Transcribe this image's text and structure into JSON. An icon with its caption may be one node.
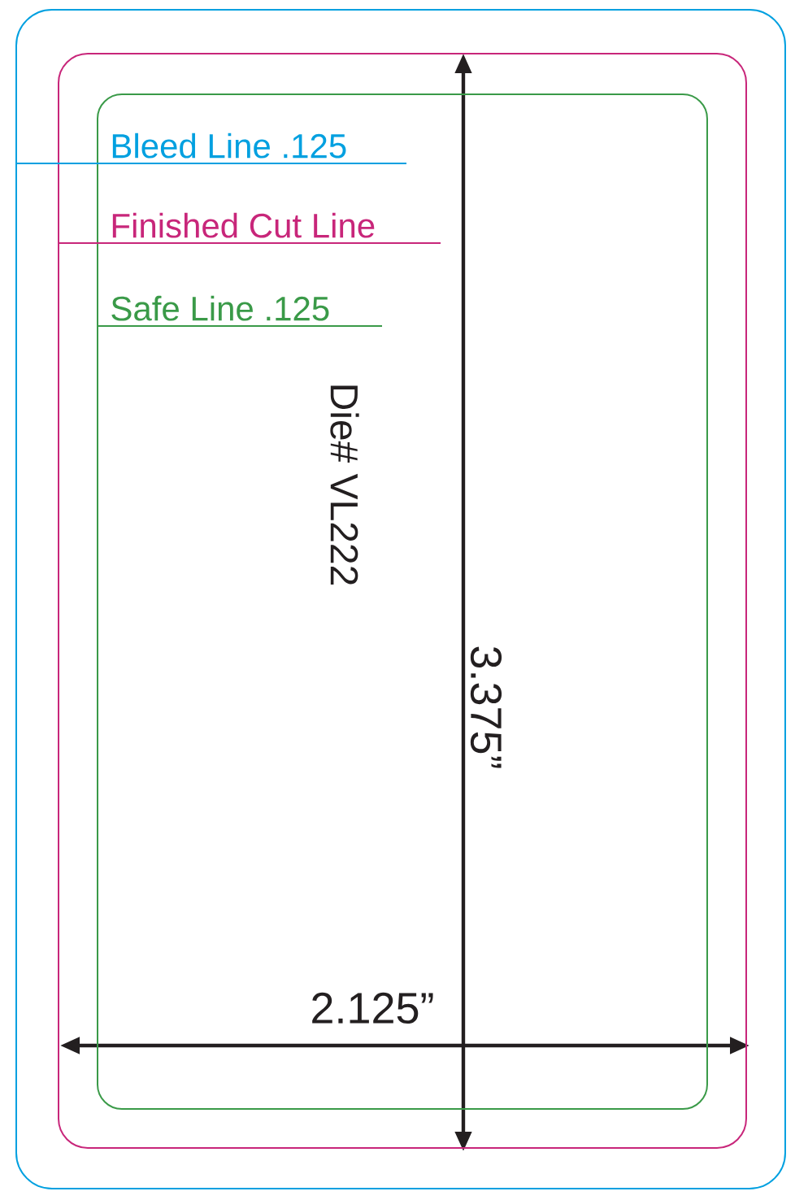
{
  "diagram": {
    "nodes": [
      {
        "text": [],
        "shape": "box"
      },
      {
        "text": [],
        "shape": "box",
        "in": 0
      },
      {
        "text": [],
        "shape": "box",
        "in": 1
      },
      {
        "text": [
          "Bleed Line .125"
        ],
        "in": 2
      },
      {
        "text": [
          "Finished Cut Line"
        ],
        "in": 2
      },
      {
        "text": [
          "Safe Line .125"
        ],
        "in": 2
      }
    ],
    "edges": [
      {
        "from": 3,
        "to": 0,
        "arrow": "none",
        "color": "#00a0e0"
      },
      {
        "from": 4,
        "to": 1,
        "arrow": "none",
        "color": "#c8267a"
      },
      {
        "from": 5,
        "to": 2,
        "arrow": "none",
        "color": "#3a9a48"
      }
    ],
    "labels": [
      "Die# VL222",
      "3.375”",
      "2.125”"
    ]
  }
}
